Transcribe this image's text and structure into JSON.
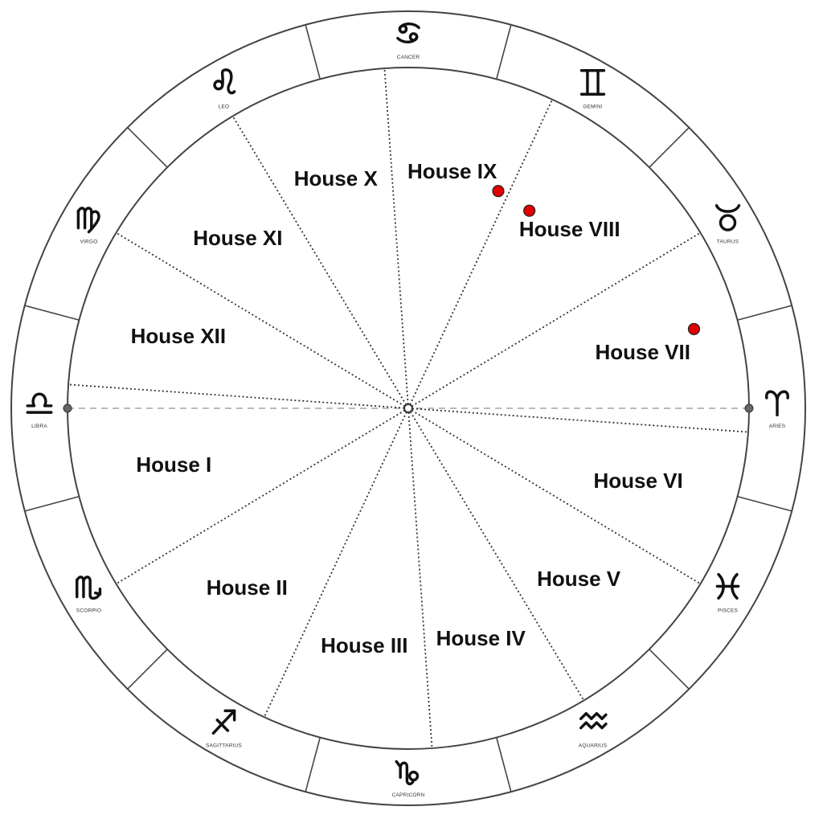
{
  "wheel": {
    "signs": [
      {
        "key": "aries",
        "name": "ARIES",
        "icon": "aries-icon",
        "degrees": 0
      },
      {
        "key": "taurus",
        "name": "TAURUS",
        "icon": "taurus-icon",
        "degrees": 30
      },
      {
        "key": "gemini",
        "name": "GEMINI",
        "icon": "gemini-icon",
        "degrees": 60
      },
      {
        "key": "cancer",
        "name": "CANCER",
        "icon": "cancer-icon",
        "degrees": 90
      },
      {
        "key": "leo",
        "name": "LEO",
        "icon": "leo-icon",
        "degrees": 120
      },
      {
        "key": "virgo",
        "name": "VIRGO",
        "icon": "virgo-icon",
        "degrees": 150
      },
      {
        "key": "libra",
        "name": "LIBRA",
        "icon": "libra-icon",
        "degrees": 180
      },
      {
        "key": "scorpio",
        "name": "SCORPIO",
        "icon": "scorpio-icon",
        "degrees": 210
      },
      {
        "key": "sagittarius",
        "name": "SAGITTARIUS",
        "icon": "sagittarius-icon",
        "degrees": 240
      },
      {
        "key": "capricorn",
        "name": "CAPRICORN",
        "icon": "capricorn-icon",
        "degrees": 270
      },
      {
        "key": "aquarius",
        "name": "AQUARIUS",
        "icon": "aquarius-icon",
        "degrees": 300
      },
      {
        "key": "pisces",
        "name": "PISCES",
        "icon": "pisces-icon",
        "degrees": 330
      }
    ],
    "houses": [
      {
        "label": "House I",
        "cusp_degrees": 176
      },
      {
        "label": "House II",
        "cusp_degrees": 211
      },
      {
        "label": "House III",
        "cusp_degrees": 245
      },
      {
        "label": "House IV",
        "cusp_degrees": 274
      },
      {
        "label": "House V",
        "cusp_degrees": 301
      },
      {
        "label": "House VI",
        "cusp_degrees": 329
      },
      {
        "label": "House VII",
        "cusp_degrees": 356
      },
      {
        "label": "House VIII",
        "cusp_degrees": 31
      },
      {
        "label": "House IX",
        "cusp_degrees": 65
      },
      {
        "label": "House X",
        "cusp_degrees": 94
      },
      {
        "label": "House XI",
        "cusp_degrees": 121
      },
      {
        "label": "House XII",
        "cusp_degrees": 149
      }
    ],
    "points": [
      {
        "name": "point-1",
        "degrees": 58.5,
        "radius_fraction": 0.68
      },
      {
        "name": "point-2",
        "degrees": 67.5,
        "radius_fraction": 0.69
      },
      {
        "name": "point-3",
        "degrees": 15.5,
        "radius_fraction": 0.87
      }
    ],
    "colors": {
      "line": "#444444",
      "marker": "#e00000",
      "axis": "#bbbbbb"
    }
  }
}
